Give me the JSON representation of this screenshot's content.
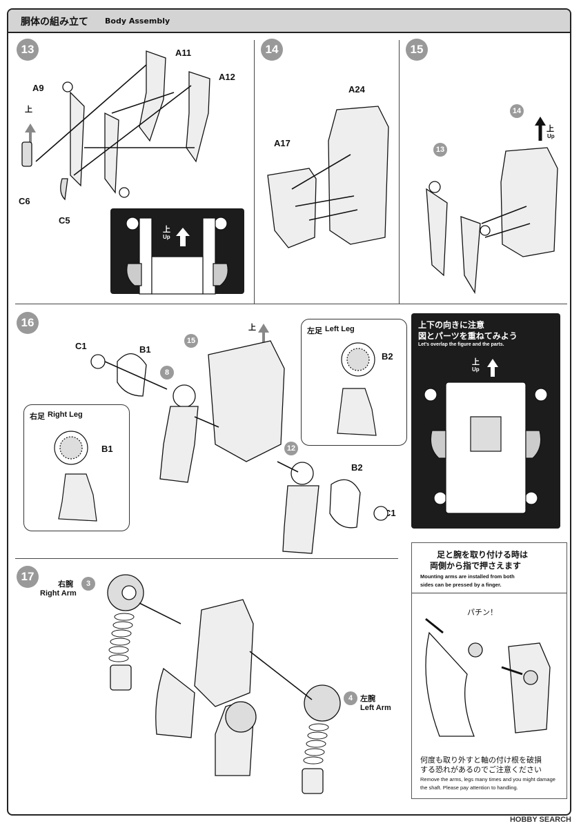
{
  "header": {
    "title_jp": "胴体の組み立て",
    "title_en": "Body Assembly"
  },
  "steps": {
    "s13": {
      "num": "13",
      "parts": {
        "a11": "A11",
        "a12": "A12",
        "a9": "A9",
        "c6": "C6",
        "c5": "C5"
      },
      "up_jp": "上",
      "up_en": "Up"
    },
    "s14": {
      "num": "14",
      "parts": {
        "a24": "A24",
        "a17": "A17"
      }
    },
    "s15": {
      "num": "15",
      "ref13": "13",
      "ref14": "14",
      "up_jp": "上",
      "up_en": "Up"
    },
    "s16": {
      "num": "16",
      "parts": {
        "c1a": "C1",
        "b1a": "B1",
        "b2a": "B2",
        "c1b": "C1",
        "b1b": "B1",
        "b2b": "B2"
      },
      "ref15": "15",
      "ref8": "8",
      "ref12": "12",
      "up_jp": "上",
      "left_leg_jp": "左足",
      "left_leg_en": "Left Leg",
      "right_leg_jp": "右足",
      "right_leg_en": "Right Leg",
      "overlap_jp_1": "上下の向きに注意",
      "overlap_jp_2": "図とパーツを重ねてみよう",
      "overlap_en": "Let's overlap the figure and the parts.",
      "box_up_jp": "上",
      "box_up_en": "Up"
    },
    "s17": {
      "num": "17",
      "right_arm_jp": "右腕",
      "right_arm_en": "Right Arm",
      "ref3": "3",
      "left_arm_jp": "左腕",
      "left_arm_en": "Left Arm",
      "ref4": "4"
    }
  },
  "note": {
    "title_jp_1": "足と腕を取り付ける時は",
    "title_jp_2": "両側から指で押さえます",
    "title_en_1": "Mounting arms are installed from both",
    "title_en_2": "sides can be pressed by a finger.",
    "sound": "パチン！",
    "warn_jp_1": "何度も取り外すと軸の付け根を破損",
    "warn_jp_2": "する恐れがあるのでご注意ください",
    "warn_en_1": "Remove the arms, legs many times and you might damage",
    "warn_en_2": "the shaft. Please pay attention to handling."
  },
  "watermark": "HOBBY SEARCH"
}
